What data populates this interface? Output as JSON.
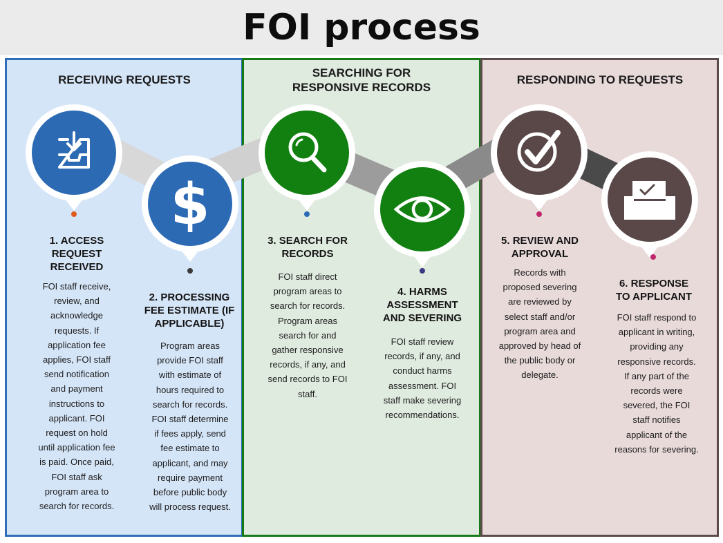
{
  "title": "FOI process",
  "colors": {
    "blue": "#2c6ab4",
    "green": "#118011",
    "brown": "#5a4848",
    "dot_orange": "#e05a1e",
    "dot_dark": "#3a3a3a",
    "dot_blue": "#2c6ab4",
    "dot_purple": "#3d3a84",
    "dot_magenta": "#c0286e"
  },
  "phases": [
    {
      "title": "RECEIVING REQUESTS"
    },
    {
      "title": "SEARCHING FOR\nRESPONSIVE RECORDS"
    },
    {
      "title": "RESPONDING TO REQUESTS"
    }
  ],
  "steps": [
    {
      "title": "1. ACCESS\nREQUEST\nRECEIVED",
      "body": "FOI staff receive,\nreview, and\nacknowledge\nrequests. If\napplication fee\napplies, FOI staff\nsend notification\nand payment\ninstructions to\napplicant. FOI\nrequest on hold\nuntil application fee\nis paid. Once paid,\nFOI staff ask\nprogram area to\nsearch for records.",
      "icon": "inbox-tray-icon"
    },
    {
      "title": "2. PROCESSING\nFEE ESTIMATE (IF\nAPPLICABLE)",
      "body": "Program areas\nprovide FOI staff\nwith estimate of\nhours required to\nsearch for records.\nFOI staff determine\nif fees apply, send\nfee estimate to\napplicant, and may\nrequire payment\nbefore public body\nwill process request.",
      "icon": "dollar-sign-icon"
    },
    {
      "title": "3. SEARCH FOR\nRECORDS",
      "body": "FOI staff direct\nprogram areas to\nsearch for records.\nProgram areas\nsearch for and\ngather responsive\nrecords, if any, and\nsend records to FOI\nstaff.",
      "icon": "magnifier-icon"
    },
    {
      "title": "4. HARMS\nASSESSMENT\nAND SEVERING",
      "body": "FOI staff review\nrecords, if any, and\nconduct harms\nassessment. FOI\nstaff make severing\nrecommendations.",
      "icon": "eye-icon"
    },
    {
      "title": "5. REVIEW AND\nAPPROVAL",
      "body": "Records with\nproposed severing\nare reviewed by\nselect staff and/or\nprogram area and\napproved by head of\nthe public body or\ndelegate.",
      "icon": "checkmark-circle-icon"
    },
    {
      "title": "6. RESPONSE\nTO APPLICANT",
      "body": "FOI staff respond to\napplicant in writing,\nproviding any\nresponsive records.\nIf any part of the\nrecords were\nsevered, the FOI\nstaff notifies\napplicant of the\nreasons for severing.",
      "icon": "document-tray-icon"
    }
  ]
}
